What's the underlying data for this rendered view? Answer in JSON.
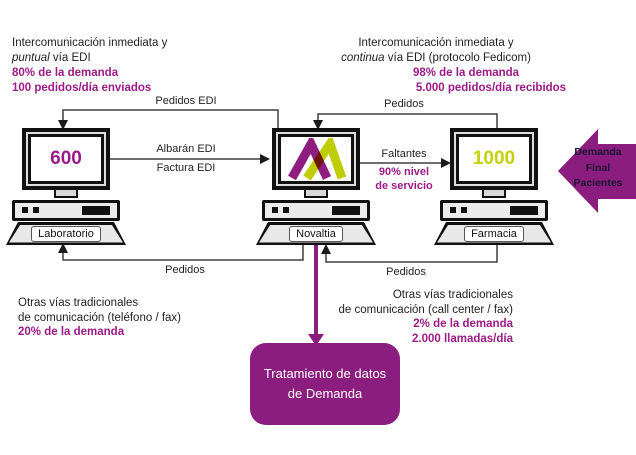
{
  "colors": {
    "brand_purple": "#8b1d7e",
    "text_purple": "#9c1b87",
    "lime": "#c3d00a",
    "connector_line": "#3f3f3f"
  },
  "annotations": {
    "top_left": {
      "line1": "Intercomunicación inmediata y",
      "line2_italic": "puntual",
      "line2_rest": " vía EDI",
      "stat1": "80% de la demanda",
      "stat2": "100 pedidos/día enviados"
    },
    "top_right": {
      "line1": "Intercomunicación inmediata y",
      "line2_italic": "continua",
      "line2_rest": " vía EDI (protocolo Fedicom)",
      "stat1": "98% de la demanda",
      "stat2": "5.000 pedidos/día recibidos"
    },
    "bottom_left": {
      "line1": "Otras vías tradicionales",
      "line2": "de comunicación (teléfono / fax)",
      "stat1": "20% de la demanda"
    },
    "bottom_right": {
      "line1": "Otras vías tradicionales",
      "line2": "de comunicación (call center / fax)",
      "stat1": "2% de la demanda",
      "stat2": "2.000 llamadas/día"
    }
  },
  "computers": {
    "laboratorio": {
      "screen_value": "600",
      "label": "Laboratorio"
    },
    "novaltia": {
      "label": "Novaltia",
      "logo": "novaltia-n-logo"
    },
    "farmacia": {
      "screen_value": "1000",
      "label": "Farmacia"
    }
  },
  "flows": {
    "top_left_flow": "Pedidos EDI",
    "top_right_flow": "Pedidos",
    "albaran": "Albarán EDI",
    "factura": "Factura EDI",
    "faltantes": "Faltantes",
    "nivel_servicio_line1": "90% nivel",
    "nivel_servicio_line2": "de servicio",
    "bottom_left_flow": "Pedidos",
    "bottom_right_flow": "Pedidos"
  },
  "demand_arrow": {
    "line1": "Demanda",
    "line2": "Final",
    "line3": "Pacientes"
  },
  "process_box": {
    "line1": "Tratamiento de datos",
    "line2": "de Demanda"
  }
}
